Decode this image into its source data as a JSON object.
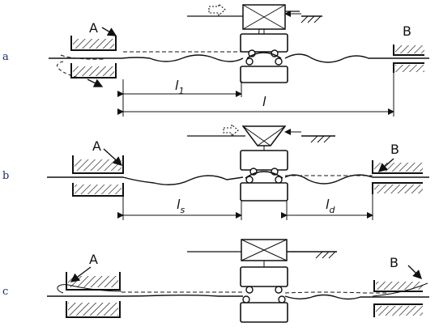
{
  "panels": [
    {
      "letter": "a",
      "point_a": "A",
      "point_b": "B",
      "dims": [
        {
          "name": "l",
          "sub": "1"
        },
        {
          "name": "l",
          "sub": ""
        }
      ]
    },
    {
      "letter": "b",
      "point_a": "A",
      "point_b": "B",
      "dims": [
        {
          "name": "l",
          "sub": "s"
        },
        {
          "name": "l",
          "sub": "d"
        }
      ]
    },
    {
      "letter": "c",
      "point_a": "A",
      "point_b": "B",
      "dims": []
    }
  ]
}
